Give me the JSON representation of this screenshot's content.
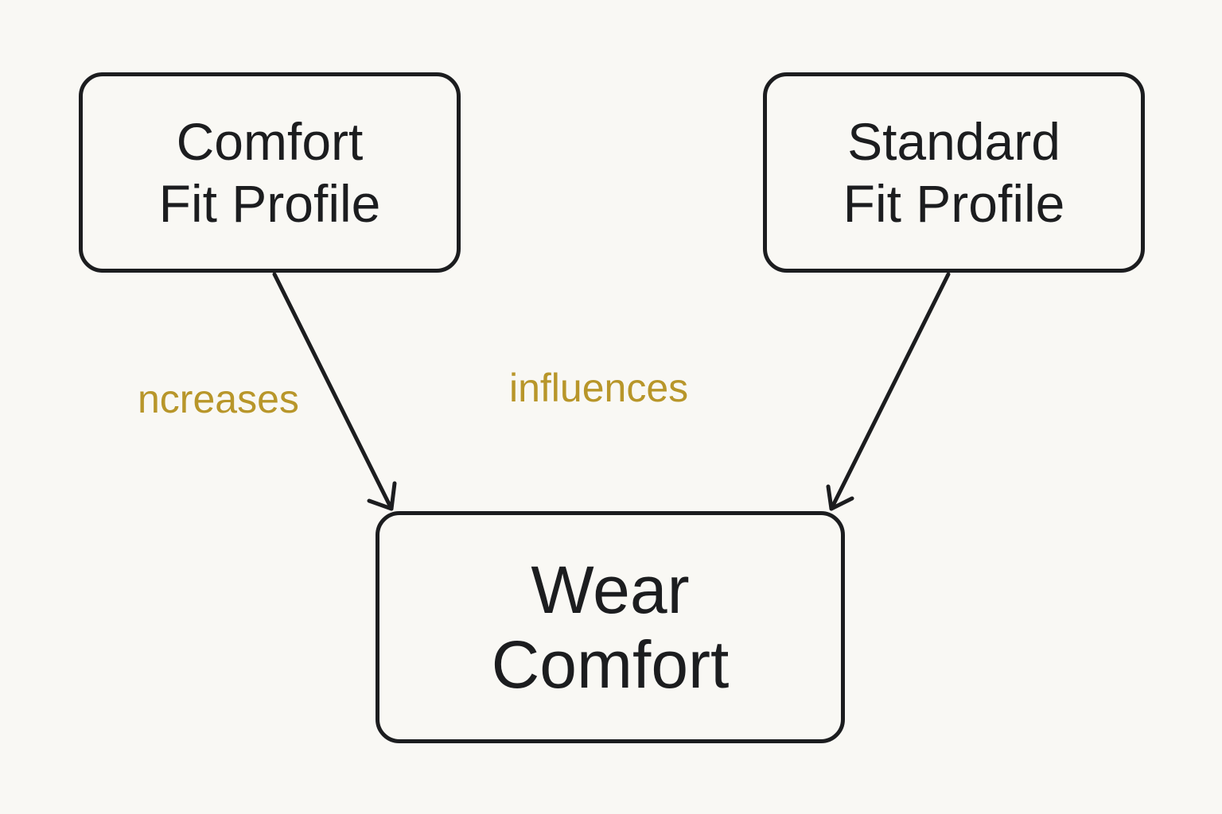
{
  "diagram": {
    "nodes": [
      {
        "id": "comfort-fit",
        "lines": [
          "Comfort",
          "Fit Profile"
        ]
      },
      {
        "id": "standard-fit",
        "lines": [
          "Standard",
          "Fit Profile"
        ]
      },
      {
        "id": "wear-comfort",
        "lines": [
          "Wear",
          "Comfort"
        ]
      }
    ],
    "edges": [
      {
        "from": "comfort-fit",
        "to": "wear-comfort",
        "label": "ncreases"
      },
      {
        "from": "standard-fit",
        "to": "wear-comfort",
        "label": "influences"
      }
    ],
    "colors": {
      "background": "#f9f8f4",
      "stroke": "#1c1d1f",
      "text": "#1c1d1f",
      "edge_label": "#b8962a"
    }
  }
}
